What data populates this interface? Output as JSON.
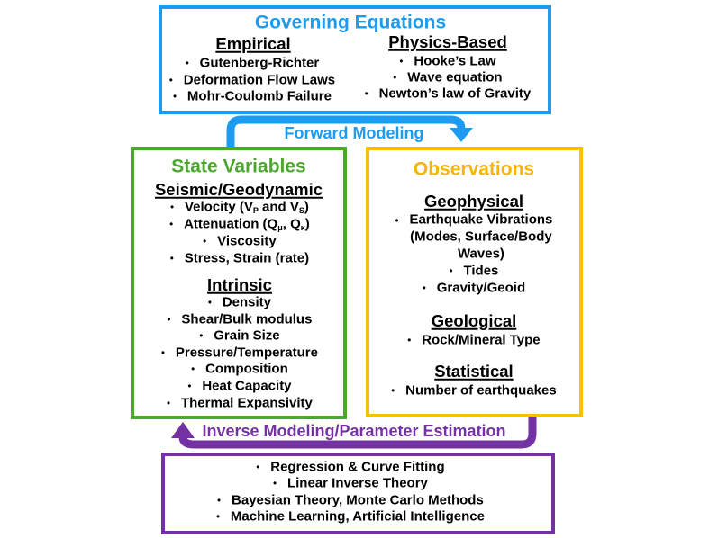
{
  "bullet": "•",
  "colors": {
    "governing_equations": "#1c9bf0",
    "state_variables": "#4ca72e",
    "observations": "#f6c100",
    "observations_title": "#f5b500",
    "inverse_modeling": "#7431a3"
  },
  "governing_equations": {
    "title": "Governing Equations",
    "empirical": {
      "heading": "Empirical",
      "items": [
        "Gutenberg-Richter",
        "Deformation Flow Laws",
        "Mohr-Coulomb Failure"
      ]
    },
    "physics_based": {
      "heading": "Physics-Based",
      "items": [
        "Hooke’s Law",
        "Wave equation",
        "Newton’s law of Gravity"
      ]
    }
  },
  "forward_modeling": {
    "label": "Forward Modeling"
  },
  "state_variables": {
    "title": "State Variables",
    "seismic_geodynamic": {
      "heading": "Seismic/Geodynamic",
      "items": [
        [
          "Velocity (V",
          "P",
          " and V",
          "S",
          ")"
        ],
        [
          "Attenuation (Q",
          "μ",
          ", Q",
          "κ",
          ")"
        ],
        [
          "Viscosity"
        ],
        [
          "Stress, Strain (rate)"
        ]
      ]
    },
    "intrinsic": {
      "heading": "Intrinsic",
      "items": [
        "Density",
        "Shear/Bulk modulus",
        "Grain Size",
        "Pressure/Temperature",
        "Composition",
        "Heat Capacity",
        "Thermal Expansivity"
      ]
    }
  },
  "observations": {
    "title": "Observations",
    "geophysical": {
      "heading": "Geophysical",
      "items": [
        [
          "Earthquake Vibrations",
          "(Modes, Surface/Body",
          "Waves)"
        ],
        [
          "Tides"
        ],
        [
          "Gravity/Geoid"
        ]
      ]
    },
    "geological": {
      "heading": "Geological",
      "items": [
        "Rock/Mineral Type"
      ]
    },
    "statistical": {
      "heading": "Statistical",
      "items": [
        "Number of earthquakes"
      ]
    }
  },
  "inverse_modeling": {
    "label": "Inverse Modeling/Parameter Estimation",
    "items": [
      "Regression & Curve Fitting",
      "Linear Inverse Theory",
      "Bayesian Theory, Monte Carlo Methods",
      "Machine Learning, Artificial Intelligence"
    ]
  }
}
